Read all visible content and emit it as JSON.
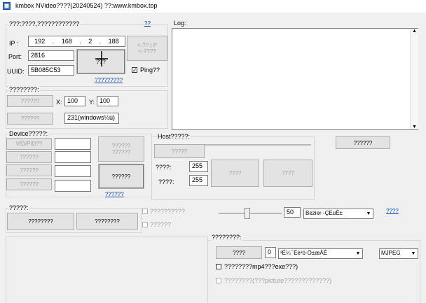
{
  "window": {
    "title": "kmbox NVideo????(20240524)  ??:www.kmbox.top"
  },
  "connect": {
    "group_label": "???:????,????????????",
    "help_link": "??",
    "ip_label": "IP  :",
    "ip": [
      "192",
      "168",
      "2",
      "188"
    ],
    "port_label": "Port:",
    "port": "2816",
    "uuid_label": "UUID:",
    "uuid": "5B085C53",
    "connect_button": "???",
    "side_button": "<-?? | P\n<-????",
    "ping_label": "Ping??",
    "ping_checked": true,
    "more_link": "?????????"
  },
  "log": {
    "label": "Log:",
    "text": ""
  },
  "mouse": {
    "group_label": "????????:",
    "move_button": "??????",
    "x_label": "X:",
    "x_value": "100",
    "y_label": "Y:",
    "y_value": "100",
    "monitor_button": "??????",
    "monitor_value": "231(windows¼ù)"
  },
  "device": {
    "group_label": "Device?????:",
    "buttons": [
      "VID/PID??",
      "??????",
      "??????",
      "??????"
    ],
    "right_top_button": "??????\n??????",
    "right_bottom_button": "??????",
    "link": "??????"
  },
  "host": {
    "group_label": "Host?????:",
    "top_button": "?????",
    "row1_label": "????:",
    "row1_value": "255",
    "row2_label": "????:",
    "row2_value": "255",
    "btn_a": "????",
    "btn_b": "????"
  },
  "outside_button": "??????",
  "video": {
    "group_label": "?????:",
    "button1": "????????",
    "button2": "????????",
    "check1_label": "??????????",
    "check2_label": "??????",
    "slider_value": "50",
    "slider_level": 0.45,
    "curve_combo": "Bezier   -ÇÉuÊ±",
    "link": "????"
  },
  "record": {
    "group_label": "????????:",
    "record_button": "????",
    "index_value": "0",
    "format_combo": "²É¼¯Éè²ö·Ö±æÂÊ",
    "codec_combo": "MJPEG",
    "check1_label": "????????mp4???exe???)",
    "check2_label": "????????(???picture?????????????)"
  }
}
